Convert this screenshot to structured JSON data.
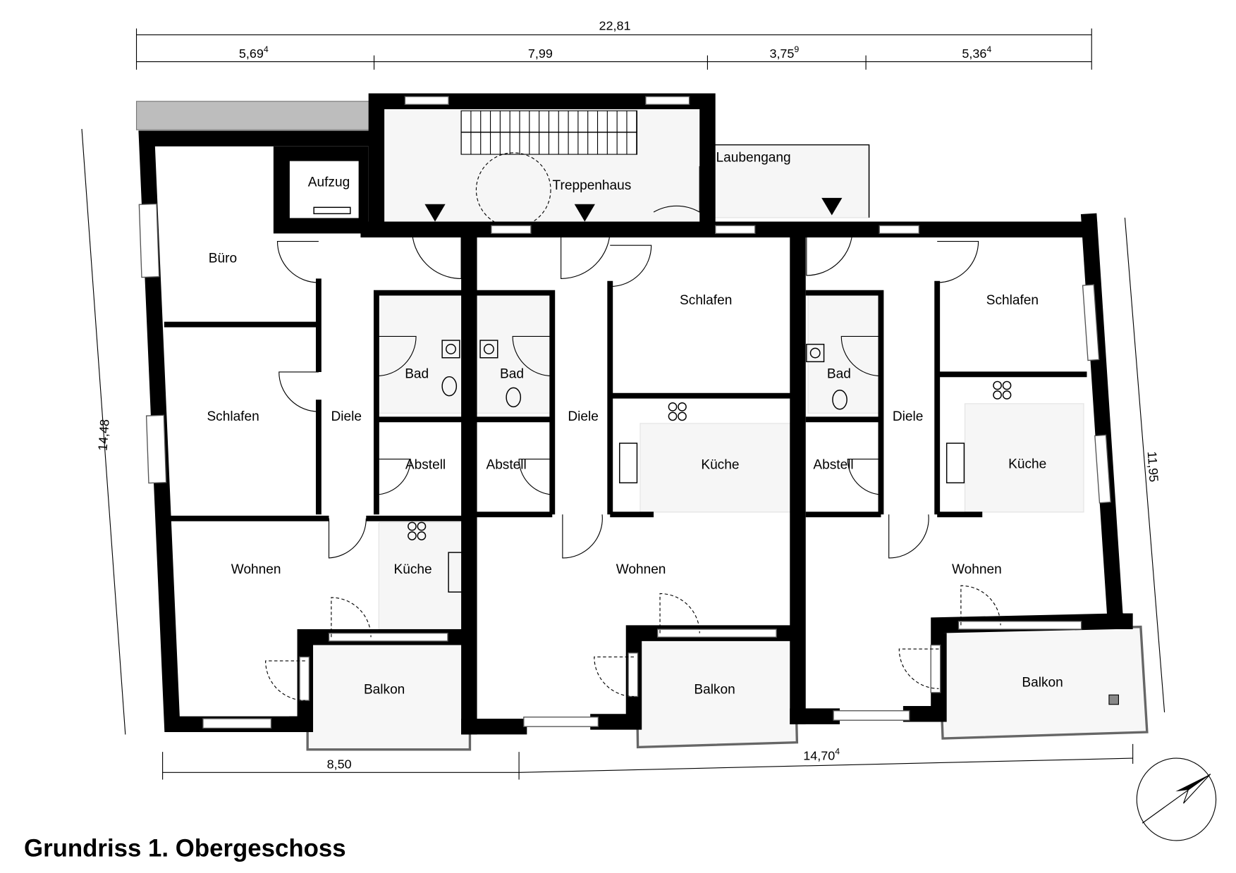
{
  "title": "Grundriss 1. Obergeschoss",
  "dimensions": {
    "total_top": "22,81",
    "seg1": {
      "main": "5,69",
      "sup": "4"
    },
    "seg2": {
      "main": "7,99",
      "sup": ""
    },
    "seg3": {
      "main": "3,75",
      "sup": "9"
    },
    "seg4": {
      "main": "5,36",
      "sup": "4"
    },
    "left": "14,48",
    "right": "11,95",
    "bottom_left": "8,50",
    "bottom_right": {
      "main": "14,70",
      "sup": "4"
    }
  },
  "rooms": {
    "aufzug": "Aufzug",
    "treppenhaus": "Treppenhaus",
    "laubengang": "Laubengang",
    "unit1": {
      "buero": "Büro",
      "schlafen": "Schlafen",
      "diele": "Diele",
      "bad": "Bad",
      "abstell": "Abstell",
      "wohnen": "Wohnen",
      "kueche": "Küche",
      "balkon": "Balkon"
    },
    "unit2": {
      "bad": "Bad",
      "abstell": "Abstell",
      "diele": "Diele",
      "schlafen": "Schlafen",
      "kueche": "Küche",
      "wohnen": "Wohnen",
      "balkon": "Balkon"
    },
    "unit3": {
      "bad": "Bad",
      "abstell": "Abstell",
      "diele": "Diele",
      "schlafen": "Schlafen",
      "kueche": "Küche",
      "wohnen": "Wohnen",
      "balkon": "Balkon"
    }
  },
  "icons": {
    "compass": "north-arrow-icon",
    "entrance": "entrance-triangle-icon"
  }
}
